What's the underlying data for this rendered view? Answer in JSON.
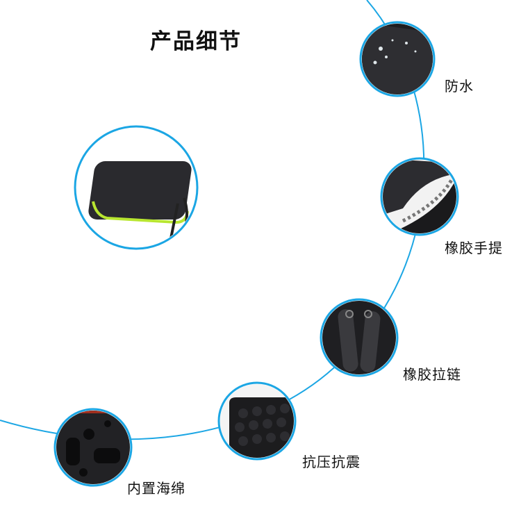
{
  "title": "产品细节",
  "accent_color": "#1ba6e4",
  "features": [
    {
      "label": "防水",
      "icon": "waterproof-detail"
    },
    {
      "label": "橡胶手提",
      "icon": "rubber-handle-detail"
    },
    {
      "label": "橡胶拉链",
      "icon": "rubber-zipper-detail"
    },
    {
      "label": "抗压抗震",
      "icon": "shockproof-detail"
    },
    {
      "label": "内置海绵",
      "icon": "foam-interior-detail"
    }
  ]
}
